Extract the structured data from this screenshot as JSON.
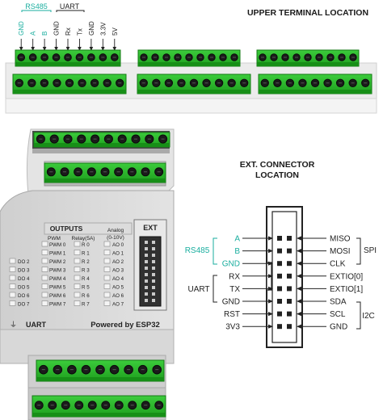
{
  "upper_section": {
    "title": "UPPER TERMINAL LOCATION",
    "groups": [
      {
        "name": "RS485",
        "color": "#1aae9f"
      },
      {
        "name": "UART",
        "color": "#222222"
      }
    ],
    "pins": [
      {
        "label": "GND",
        "color": "#1aae9f"
      },
      {
        "label": "A",
        "color": "#1aae9f"
      },
      {
        "label": "B",
        "color": "#1aae9f"
      },
      {
        "label": "GND",
        "color": "#222222"
      },
      {
        "label": "Rx",
        "color": "#222222"
      },
      {
        "label": "Tx",
        "color": "#222222"
      },
      {
        "label": "GND",
        "color": "#222222"
      },
      {
        "label": "3.3V",
        "color": "#222222"
      },
      {
        "label": "5V",
        "color": "#222222"
      }
    ]
  },
  "device": {
    "outputs_title": "OUTPUTS",
    "col_pwm": "PWM",
    "col_relay": "Relay(5A)",
    "col_analog_1": "Analog",
    "col_analog_2": "(0-10V)",
    "ext_label": "EXT",
    "do_labels": [
      "DO 2",
      "DO 3",
      "DO 4",
      "DO 5",
      "DO 6",
      "DO 7"
    ],
    "pwm_labels": [
      "PWM 0",
      "PWM 1",
      "PWM 2",
      "PWM 3",
      "PWM 4",
      "PWM 5",
      "PWM 6",
      "PWM 7"
    ],
    "relay_labels": [
      "R 0",
      "R 1",
      "R 2",
      "R 3",
      "R 4",
      "R 5",
      "R 6",
      "R 7"
    ],
    "ao_labels": [
      "AO 0",
      "AO 1",
      "AO 2",
      "AO 3",
      "AO 4",
      "AO 5",
      "AO 6",
      "AO 7"
    ],
    "uart_label": "UART",
    "powered_by": "Powered by ESP32"
  },
  "ext_section": {
    "title_line1": "EXT. CONNECTOR",
    "title_line2": "LOCATION",
    "group_left_rs485": "RS485",
    "group_left_uart": "UART",
    "group_right_spi": "SPI",
    "group_right_i2c": "I2C",
    "left_pins": [
      {
        "label": "A",
        "color": "#1aae9f"
      },
      {
        "label": "B",
        "color": "#1aae9f"
      },
      {
        "label": "GND",
        "color": "#1aae9f"
      },
      {
        "label": "RX",
        "color": "#222222"
      },
      {
        "label": "TX",
        "color": "#222222"
      },
      {
        "label": "GND",
        "color": "#222222"
      },
      {
        "label": "RST",
        "color": "#222222"
      },
      {
        "label": "3V3",
        "color": "#222222"
      }
    ],
    "right_pins": [
      "MISO",
      "MOSI",
      "CLK",
      "EXTIO[0]",
      "EXTIO[1]",
      "SDA",
      "SCL",
      "GND"
    ],
    "accent": "#1aae9f"
  }
}
